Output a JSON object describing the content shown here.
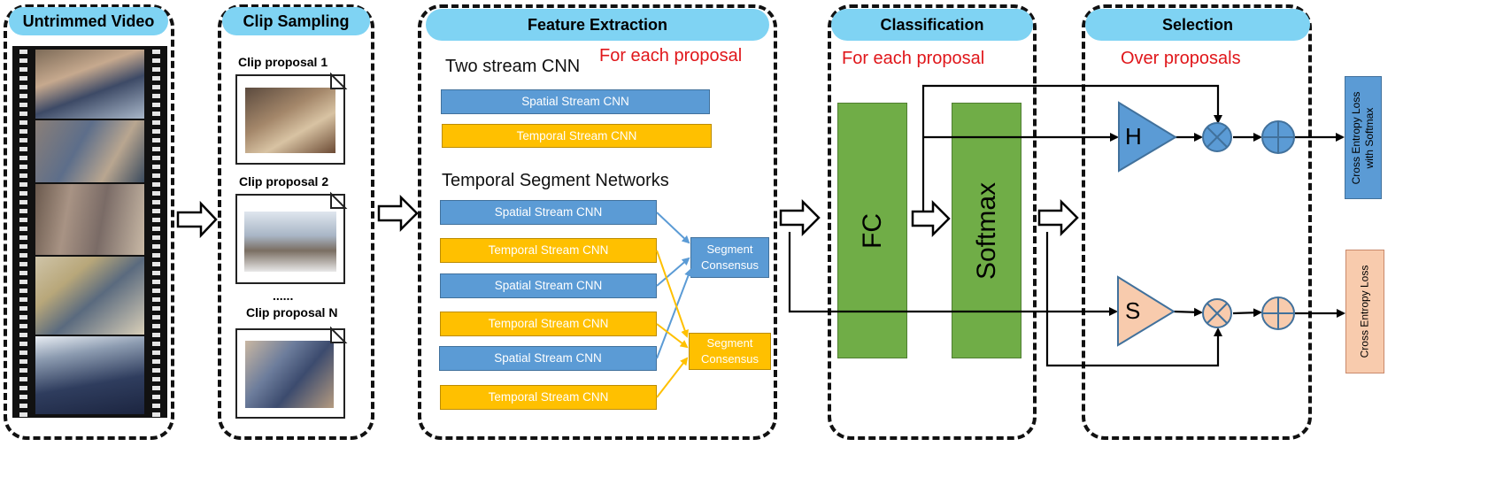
{
  "panels": {
    "untrimmed_video": "Untrimmed Video",
    "clip_sampling": "Clip Sampling",
    "feature_extraction": "Feature Extraction",
    "classification": "Classification",
    "selection": "Selection"
  },
  "clip_sampling": {
    "proposal_1": "Clip proposal 1",
    "proposal_2": "Clip proposal 2",
    "ellipsis": "......",
    "proposal_n": "Clip proposal N"
  },
  "feature_extraction": {
    "for_each": "For each proposal",
    "two_stream": "Two stream CNN",
    "tsn": "Temporal Segment Networks",
    "spatial": "Spatial Stream CNN",
    "temporal": "Temporal Stream CNN",
    "consensus": "Segment Consensus"
  },
  "classification": {
    "for_each": "For each proposal",
    "fc": "FC",
    "softmax": "Softmax"
  },
  "selection": {
    "over": "Over proposals",
    "h": "H",
    "s": "S"
  },
  "losses": {
    "top_line1": "Cross Entropy Loss",
    "top_line2": "with Softmax",
    "bottom": "Cross Entropy Loss"
  },
  "colors": {
    "header": "#7fd3f3",
    "blue_block": "#5b9bd5",
    "orange_block": "#ffc000",
    "green_block": "#70ad47",
    "red_text": "#e0161a",
    "h_fill": "#5b9bd5",
    "s_fill": "#f8cbad"
  }
}
